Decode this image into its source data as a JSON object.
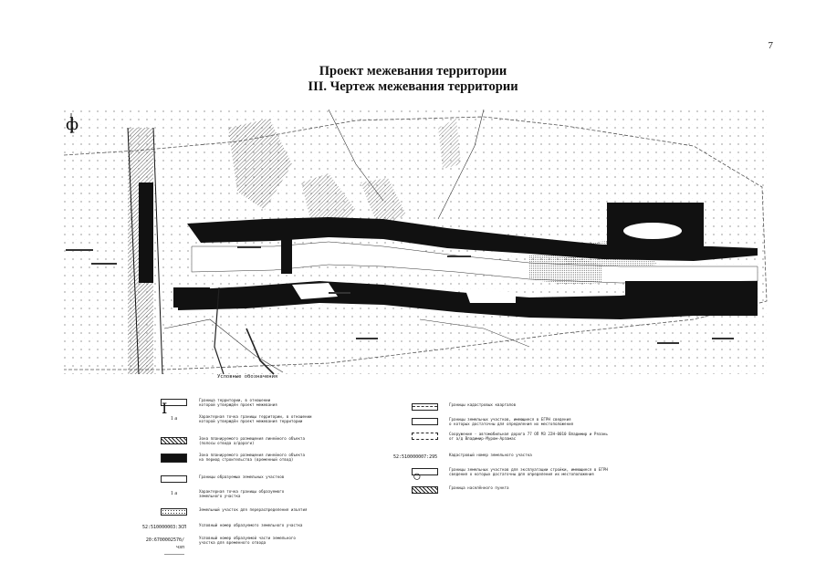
{
  "page": {
    "number": "7",
    "title_line1": "Проект межевания территории",
    "title_line2": "III. Чертеж межевания территории"
  },
  "legend": {
    "title": "Условные обозначения",
    "left": [
      {
        "symbol": "Ⅰ",
        "text": "Граница территории, в отношении\nкоторой утверждён проект межевания",
        "style": "box"
      },
      {
        "symbol": "1 а",
        "text": "Характерная точка границы территории, в отношении\nкоторой утверждён проект межевания территории",
        "style": "marker"
      },
      {
        "symbol": "",
        "text": "Зона планируемого размещения линейного объекта\n(полосы отвода а/дороги)",
        "style": "hatched"
      },
      {
        "symbol": "",
        "text": "Зона планируемого размещения линейного объекта\nна период строительства (временный отвод)",
        "style": "solid"
      },
      {
        "symbol": "",
        "text": "Границы образуемых земельных участков",
        "style": "box"
      },
      {
        "symbol": "1 а",
        "text": "Характерная точка границы образуемого\nземельного участка",
        "style": "marker"
      },
      {
        "symbol": "",
        "text": "Земельный участок для перераспределения изъятия",
        "style": "dotted"
      },
      {
        "symbol": "52:510000003:3СП",
        "text": "Условный номер образуемого земельного участка",
        "style": "code"
      },
      {
        "symbol": "20:670000257б/чзп",
        "text": "Условный номер образуемой части земельного\nучастка для временного отвода",
        "style": "code"
      }
    ],
    "right": [
      {
        "symbol": "",
        "text": "Границы кадастровых кварталов",
        "style": "double"
      },
      {
        "symbol": "",
        "text": "Границы земельных участков, имеющиеся в ЕГРН сведения\nо которых достаточны для определения их местоположения",
        "style": "box"
      },
      {
        "symbol": "",
        "text": "Сооружение - автомобильная дорога 77 ОП МЗ 22Н-0010 Владимир и Рязань\nот а/д Владимир-Муром-Арзамас",
        "style": "dashed"
      },
      {
        "symbol": "52:510000007:295",
        "text": "Кадастровый номер земельного участка",
        "style": "code"
      },
      {
        "symbol": "○",
        "text": "Границы земельных участков для эксплуатации стройки, имеющиеся в ЕГРН\nсведения о которых достаточны для определения их местоположения",
        "style": "box"
      },
      {
        "symbol": "",
        "text": "Граница населённого пункта",
        "style": "hatched"
      }
    ]
  },
  "map": {
    "north_symbol": "ф"
  }
}
